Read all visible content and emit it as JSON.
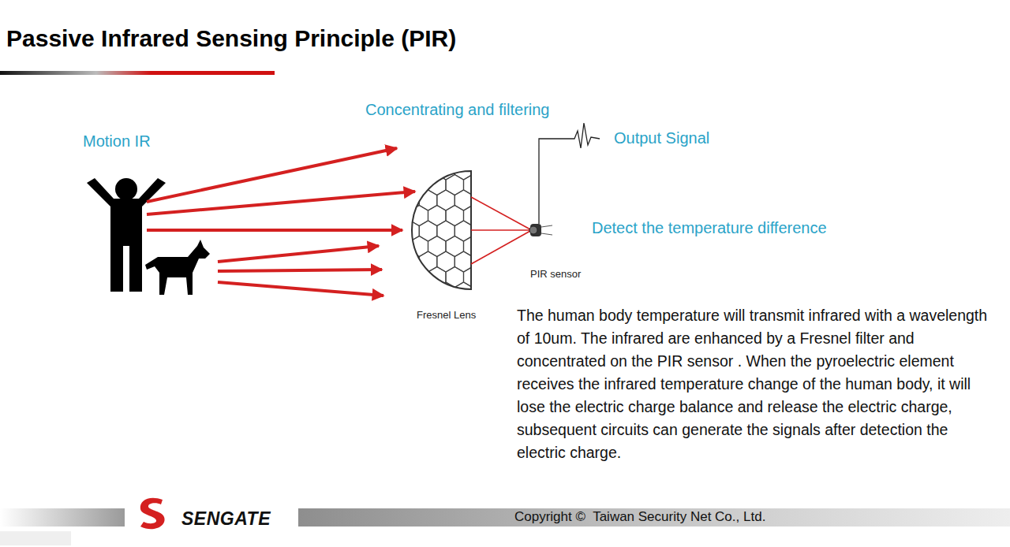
{
  "diagram": {
    "title": "Passive Infrared Sensing Principle (PIR)",
    "labels": [
      "Motion IR",
      "Concentrating and filtering",
      "Output Signal",
      "Detect the temperature difference",
      "PIR sensor",
      "Fresnel Lens",
      "The human body temperature will transmit infrared with a wavelength of 10um. The infrared are enhanced by a Fresnel filter and concentrated on the PIR sensor . When the pyroelectric element receives the infrared temperature change of the human body, it will lose the electric charge balance and release the electric charge, subsequent circuits can generate the signals after detection the electric charge.",
      "SENGATE",
      "Copyright ©  Taiwan Security Net Co., Ltd."
    ]
  }
}
